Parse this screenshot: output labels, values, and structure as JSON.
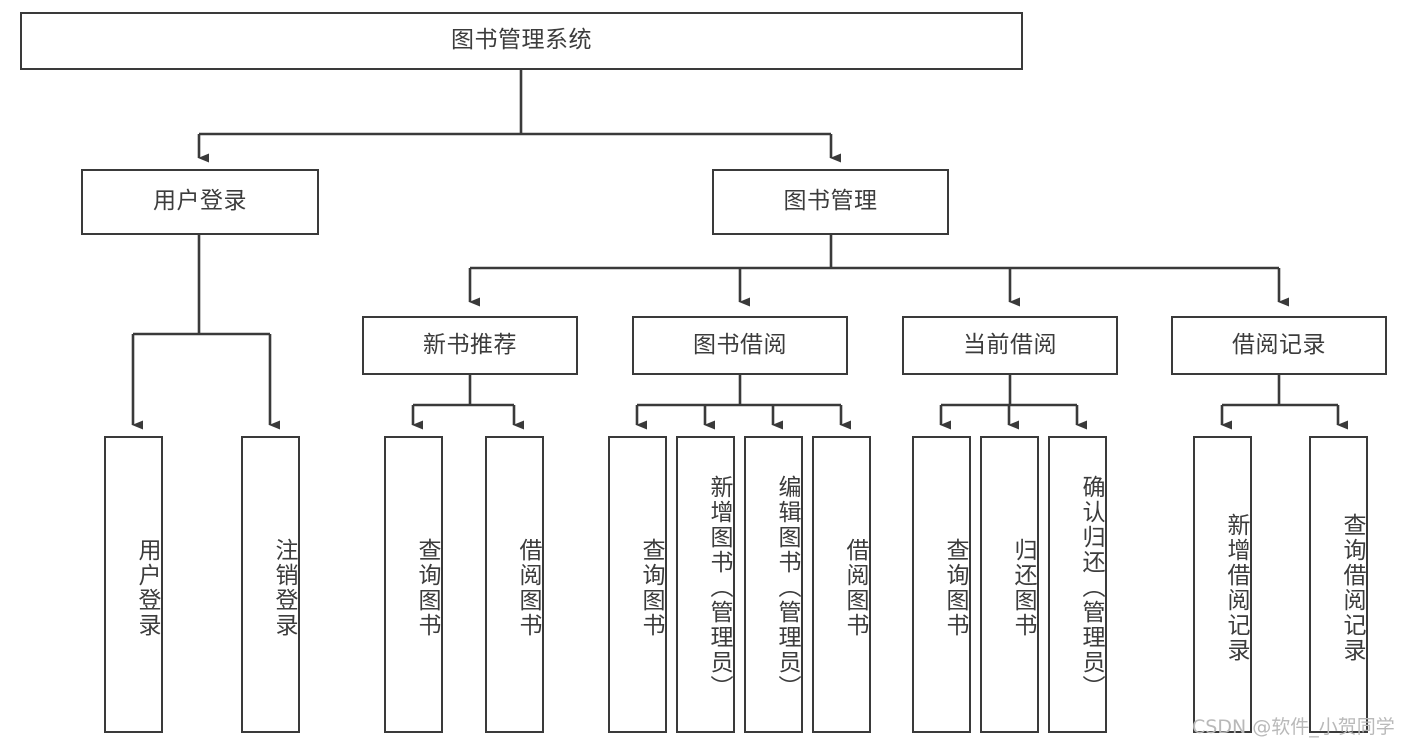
{
  "diagram": {
    "type": "tree-hierarchy",
    "title": "图书管理系统",
    "orientation": "top-down",
    "colors": {
      "background": "#ffffff",
      "node_fill": "#ffffff",
      "node_border": "#3a3a3a",
      "edge": "#3a3a3a",
      "text": "#3c3c3c",
      "watermark": "#b9b9b9"
    }
  },
  "root": {
    "label": "图书管理系统"
  },
  "level2": [
    {
      "label": "用户登录"
    },
    {
      "label": "图书管理"
    }
  ],
  "level3": [
    {
      "label": "新书推荐"
    },
    {
      "label": "图书借阅"
    },
    {
      "label": "当前借阅"
    },
    {
      "label": "借阅记录"
    }
  ],
  "leaves": {
    "user_login": [
      {
        "label": "用户登录"
      },
      {
        "label": "注销登录"
      }
    ],
    "new_book": [
      {
        "label": "查询图书"
      },
      {
        "label": "借阅图书"
      }
    ],
    "book_borrow": [
      {
        "label": "查询图书"
      },
      {
        "label": "新增图书（管理员）"
      },
      {
        "label": "编辑图书（管理员）"
      },
      {
        "label": "借阅图书"
      }
    ],
    "current_borrow": [
      {
        "label": "查询图书"
      },
      {
        "label": "归还图书"
      },
      {
        "label": "确认归还（管理员）"
      }
    ],
    "borrow_record": [
      {
        "label": "新增借阅记录"
      },
      {
        "label": "查询借阅记录"
      }
    ]
  },
  "watermark": {
    "text": "CSDN @软件_小贺同学"
  }
}
